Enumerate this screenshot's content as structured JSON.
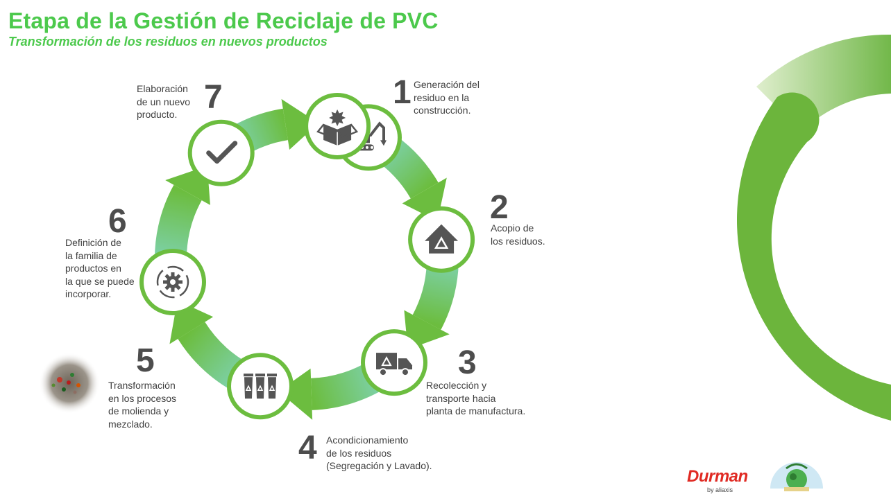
{
  "header": {
    "title": "Etapa de la Gestión de Reciclaje de PVC",
    "subtitle": "Transformación de los residuos en nuevos productos"
  },
  "steps": [
    {
      "number": "1",
      "text": "Generación del\nresiduo en la\nconstrucción.",
      "icon": "excavator-icon"
    },
    {
      "number": "2",
      "text": "Acopio de\nlos residuos.",
      "icon": "recycle-house-icon"
    },
    {
      "number": "3",
      "text": "Recolección y\ntransporte hacia\nplanta de manufactura.",
      "icon": "recycling-truck-icon"
    },
    {
      "number": "4",
      "text": "Acondicionamiento\nde los residuos\n(Segregación y Lavado).",
      "icon": "recycling-bins-icon"
    },
    {
      "number": "5",
      "text": "Transformación\nen los procesos\nde molienda y\nmezclado.",
      "icon": "gear-cycle-icon"
    },
    {
      "number": "6",
      "text": "Definición de\nla familia de\nproductos en\nla que se puede\nincorporar.",
      "icon": "checkmark-icon"
    },
    {
      "number": "7",
      "text": "Elaboración\nde un nuevo\nproducto.",
      "icon": "new-product-box-icon"
    }
  ],
  "branding": {
    "logo_text": "Durman",
    "logo_subtext": "by aliaxis"
  },
  "colors": {
    "accent": "#4cc94c",
    "ring_green": "#6cbd3f",
    "ring_teal": "#7fd3b4",
    "icon_gray": "#555555",
    "brand_red": "#e02a23"
  }
}
